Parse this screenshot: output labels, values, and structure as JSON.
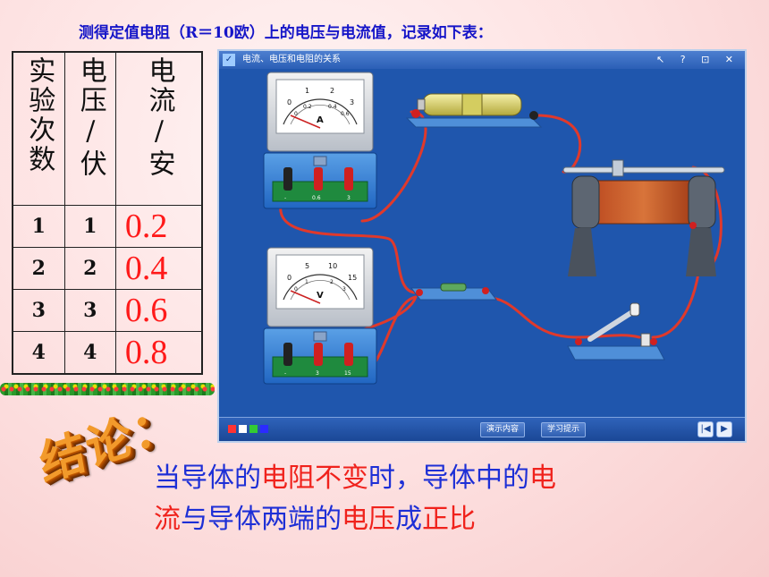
{
  "slide": {
    "title": "测得定值电阻（R＝10欧）上的电压与电流值，记录如下表："
  },
  "table": {
    "headers": [
      "实验次数",
      "电压/伏",
      "电流/安"
    ],
    "rows": [
      {
        "trial": "1",
        "voltage": "1",
        "current": "0.2"
      },
      {
        "trial": "2",
        "voltage": "2",
        "current": "0.4"
      },
      {
        "trial": "3",
        "voltage": "3",
        "current": "0.6"
      },
      {
        "trial": "4",
        "voltage": "4",
        "current": "0.8"
      }
    ]
  },
  "simulation": {
    "window_title": "电流、电压和电阻的关系",
    "titlebar_buttons": "↖ ? ⊡ ✕",
    "ammeter": {
      "letter": "A",
      "scale_labels": [
        "0",
        "1",
        "2",
        "3"
      ],
      "inner_labels": [
        "0",
        "0.2",
        "0.4",
        "0.6"
      ],
      "terminals": [
        "-",
        "0.6",
        "3"
      ]
    },
    "voltmeter": {
      "letter": "V",
      "scale_labels": [
        "0",
        "5",
        "10",
        "15"
      ],
      "inner_labels": [
        "0",
        "1",
        "2",
        "3"
      ],
      "terminals": [
        "-",
        "3",
        "15"
      ]
    },
    "footer": {
      "demo_button": "演示内容",
      "study_button": "学习提示",
      "swatch_colors": [
        "#ff3333",
        "#ffffff",
        "#33cc33",
        "#2b2bff"
      ],
      "nav_prev": "|◀",
      "nav_next": "▶"
    }
  },
  "conclusion": {
    "label": "结论：",
    "segments": [
      {
        "text": "当导体的",
        "color": "blue"
      },
      {
        "text": "电阻不变",
        "color": "red"
      },
      {
        "text": "时，导体中的",
        "color": "blue"
      },
      {
        "text": "电",
        "color": "red"
      }
    ],
    "segments_line2": [
      {
        "text": "流",
        "color": "red"
      },
      {
        "text": "与导体两端的",
        "color": "blue"
      },
      {
        "text": "电压",
        "color": "red"
      },
      {
        "text": "成",
        "color": "blue"
      },
      {
        "text": "正比",
        "color": "red"
      }
    ]
  },
  "colors": {
    "title_blue": "#1515c8",
    "current_red": "#ff1a1a",
    "conclusion_blue": "#1d2fd6",
    "conclusion_red": "#f0221c",
    "sim_background": "#1f56ad",
    "label_orange": "#f29a2b"
  }
}
